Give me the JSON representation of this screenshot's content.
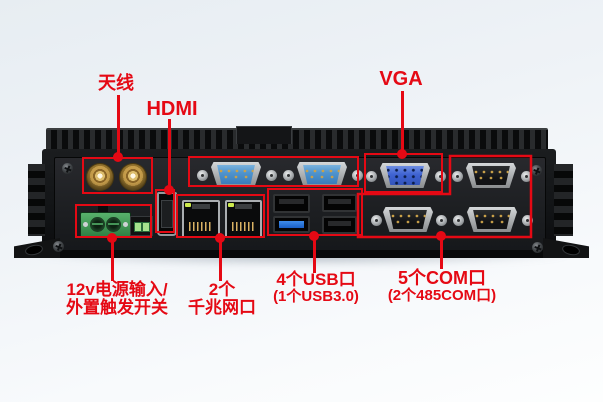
{
  "colors": {
    "annotation_red": "#e50914",
    "usb3_blue": "#1a5ec4",
    "serial_com_blue": "#4f94ce",
    "vga_blue": "#3f63d2",
    "antenna_gold": "#c59c4a",
    "power_terminal_green": "#3f9b57"
  },
  "callouts": {
    "antenna": {
      "label": "天线"
    },
    "hdmi": {
      "label": "HDMI"
    },
    "vga": {
      "label": "VGA"
    },
    "power": {
      "label_line1": "12v电源输入/",
      "label_line2": "外置触发开关"
    },
    "lan": {
      "label_line1": "2个",
      "label_line2": "千兆网口"
    },
    "usb": {
      "label_line1": "4个USB口",
      "label_line2": "(1个USB3.0)"
    },
    "com": {
      "label_line1": "5个COM口",
      "label_line2": "(2个485COM口)"
    }
  },
  "device": {
    "ports": [
      {
        "name": "sma-antenna-connector",
        "count": 2
      },
      {
        "name": "power-terminal-block",
        "count": 1
      },
      {
        "name": "hdmi-port",
        "count": 1
      },
      {
        "name": "rj45-lan-port",
        "count": 2
      },
      {
        "name": "usb-port",
        "count": 4
      },
      {
        "name": "usb3-port",
        "count": 1
      },
      {
        "name": "db9-com-port-blue",
        "count": 2
      },
      {
        "name": "db9-com-port-black",
        "count": 3
      },
      {
        "name": "vga-port",
        "count": 1
      }
    ]
  }
}
